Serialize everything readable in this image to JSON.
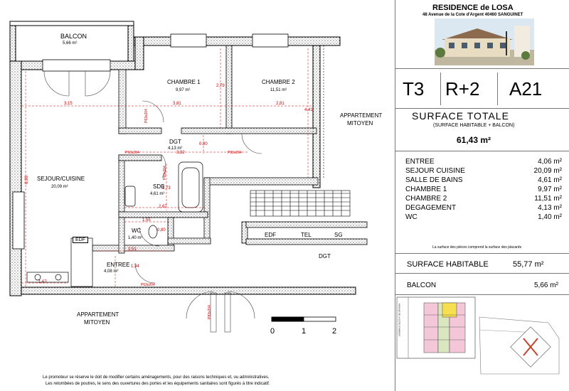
{
  "plan": {
    "rooms": {
      "balcon": {
        "name": "BALCON",
        "area": "5,66 m²"
      },
      "chambre1": {
        "name": "CHAMBRE 1",
        "area": "9,97 m²"
      },
      "chambre2": {
        "name": "CHAMBRE 2",
        "area": "11,51 m²"
      },
      "dgt": {
        "name": "DGT",
        "area": "4,13 m²"
      },
      "sejour": {
        "name": "SEJOUR/CUISINE",
        "area": "20,09 m²"
      },
      "sdb": {
        "name": "SDB",
        "area": "4,61 m²"
      },
      "wc": {
        "name": "WC",
        "area": "1,40 m²"
      },
      "entree": {
        "name": "ENTREE",
        "area": "4,08 m²"
      }
    },
    "labels": {
      "appt_mitoyen_1": "APPARTEMENT",
      "appt_mitoyen_1b": "MITOYEN",
      "appt_mitoyen_2": "APPARTEMENT",
      "appt_mitoyen_2b": "MITOYEN",
      "dgt_common": "DGT",
      "edf_box": "EDF",
      "edf": "EDF",
      "tel": "TEL",
      "sg": "SG",
      "door_p1": "P63x204",
      "door_p2": "P83x204",
      "door_p3": "P63x204",
      "door_p4": "P63x204",
      "door_p5": "P83x204",
      "door_p6": "P83x204"
    },
    "dimensions": {
      "d315": "3,15",
      "d381": "3,81",
      "d281": "2,81",
      "d279": "2,79",
      "d441": "4,41",
      "d090": "0,90",
      "d382": "3,82",
      "d698": "6,98",
      "d173": "1,73",
      "d267": "2,67",
      "d155": "1,55",
      "d080": "0,80",
      "d251": "2,51",
      "d134": "1,34",
      "d167": "1,67"
    },
    "scale": {
      "s0": "0",
      "s1": "1",
      "s2": "2"
    },
    "disclaimer": [
      "Le promoteur se réserve le doit de modifier certains aménagements, pour des raisons techniques et, ou administratives.",
      "Les retombées de poutres, le sens des ouvertures des portes et les équipements sanitaires sont figurés à titre indicatif."
    ]
  },
  "panel": {
    "title": "RESIDENCE de LOSA",
    "address": "48 Avenue de la Cote d'Argent  40460  SANGUINET",
    "type_cells": [
      "T3",
      "R+2",
      "A21"
    ],
    "surface_totale_title": "SURFACE TOTALE",
    "surface_totale_sub": "(SURFACE HABITABLE + BALCON)",
    "surface_totale_value": "61,43 m²",
    "rooms": [
      {
        "label": "ENTREE",
        "value": "4,06 m²"
      },
      {
        "label": "SEJOUR CUISINE",
        "value": "20,09 m²"
      },
      {
        "label": "SALLE DE BAINS",
        "value": "4,61 m²"
      },
      {
        "label": "CHAMBRE 1",
        "value": "9,97 m²"
      },
      {
        "label": "CHAMBRE 2",
        "value": "11,51 m²"
      },
      {
        "label": "DEGAGEMENT",
        "value": "4,13 m²"
      },
      {
        "label": "WC",
        "value": "1,40 m²"
      }
    ],
    "note": "La surface des pièces comprend la surface des placards",
    "surface_habitable_label": "SURFACE HABITABLE",
    "surface_habitable_value": "55,77 m²",
    "balcon_label": "BALCON",
    "balcon_value": "5,66 m²",
    "keyplan_street": "AVENUE DE LA COTE D'ARGENT"
  }
}
